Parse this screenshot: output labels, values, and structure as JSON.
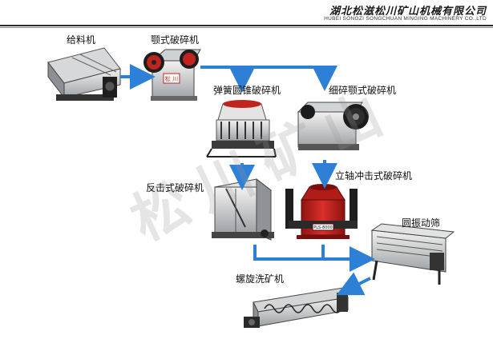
{
  "header": {
    "company_cn": "湖北松滋松川矿山机械有限公司",
    "company_en": "HUBEI SONGZI SONGCHUAN MINGING MACHINERY CO.,LTD"
  },
  "watermark": "松川矿山",
  "machines": {
    "feeder": "给料机",
    "jaw_crusher": "颚式破碎机",
    "spring_cone_crusher": "弹簧圆锥破碎机",
    "fine_jaw_crusher": "细碎颚式破碎机",
    "impact_crusher": "反击式破碎机",
    "vsi_crusher": "立轴冲击式破碎机",
    "vibrating_screen": "圆振动筛",
    "spiral_washer": "螺旋洗矿机"
  },
  "nameplates": {
    "jaw_plate": "松 川",
    "vsi_plate": "PLS-8000"
  },
  "colors": {
    "arrow": "#2e7fd6",
    "machine_red": "#c8201e",
    "machine_gray": "#9a9ea3",
    "machine_white": "#e9e9e6"
  }
}
